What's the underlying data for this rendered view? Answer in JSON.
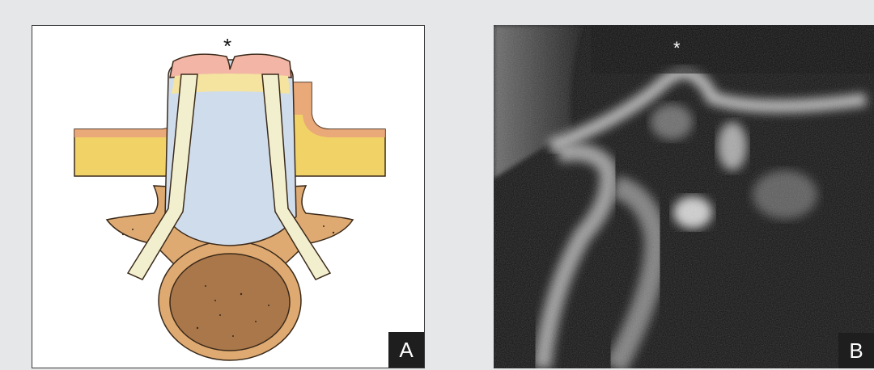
{
  "panels": [
    {
      "id": "A",
      "label": "A",
      "marker": "*",
      "kind": "illustration"
    },
    {
      "id": "B",
      "label": "B",
      "marker": "*",
      "kind": "ct-scan"
    }
  ],
  "colors": {
    "background": "#e6e7e8",
    "dura_sac": "#cfdcec",
    "fat_layer": "#f1d267",
    "skin_tissue": "#e9a27b",
    "cap": "#f3b6a6",
    "bone": "#deaa72",
    "vertebral_body": "#a9774a",
    "nerve": "#f2efcf",
    "label_box": "#1e1e1e"
  }
}
